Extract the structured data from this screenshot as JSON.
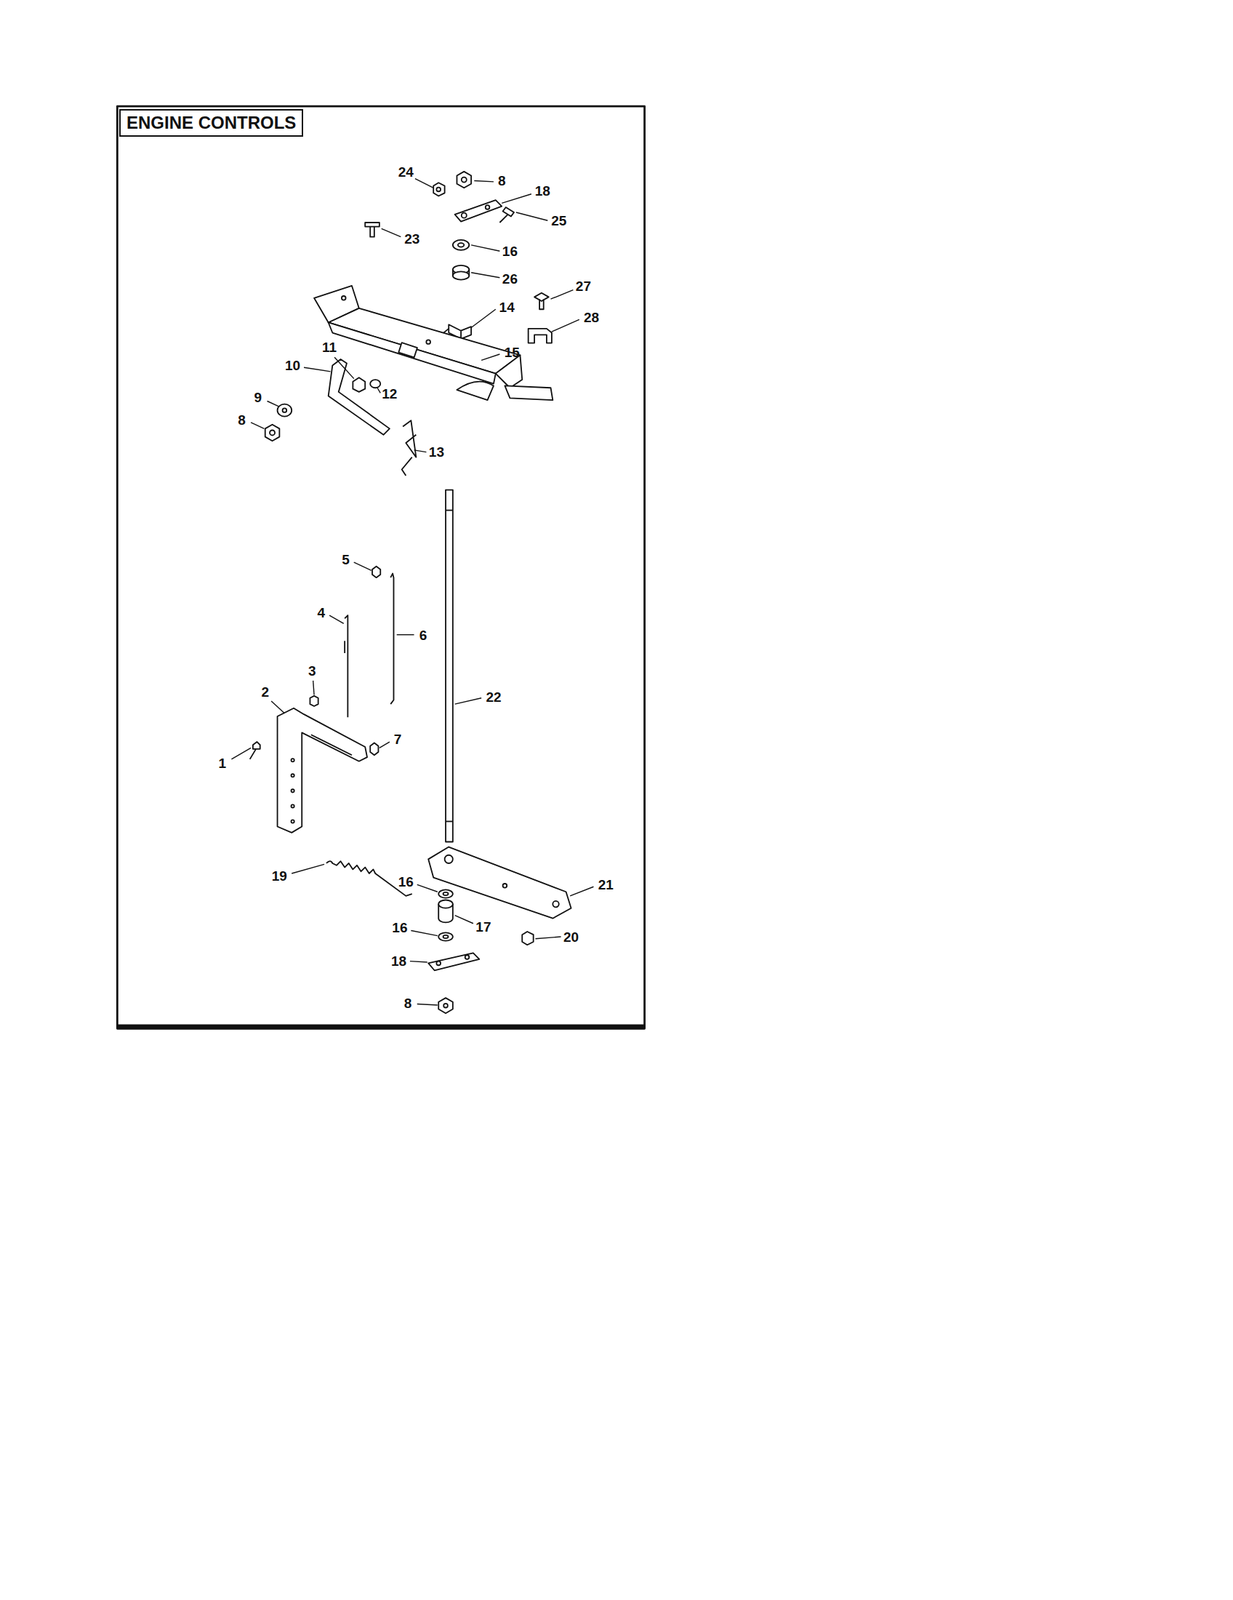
{
  "diagram": {
    "title": "ENGINE CONTROLS",
    "labels": [
      "24",
      "8",
      "18",
      "25",
      "23",
      "16",
      "26",
      "27",
      "28",
      "14",
      "15",
      "11",
      "10",
      "12",
      "9",
      "8",
      "13",
      "5",
      "4",
      "6",
      "3",
      "22",
      "2",
      "7",
      "1",
      "19",
      "16",
      "21",
      "17",
      "16",
      "20",
      "18",
      "8"
    ]
  }
}
